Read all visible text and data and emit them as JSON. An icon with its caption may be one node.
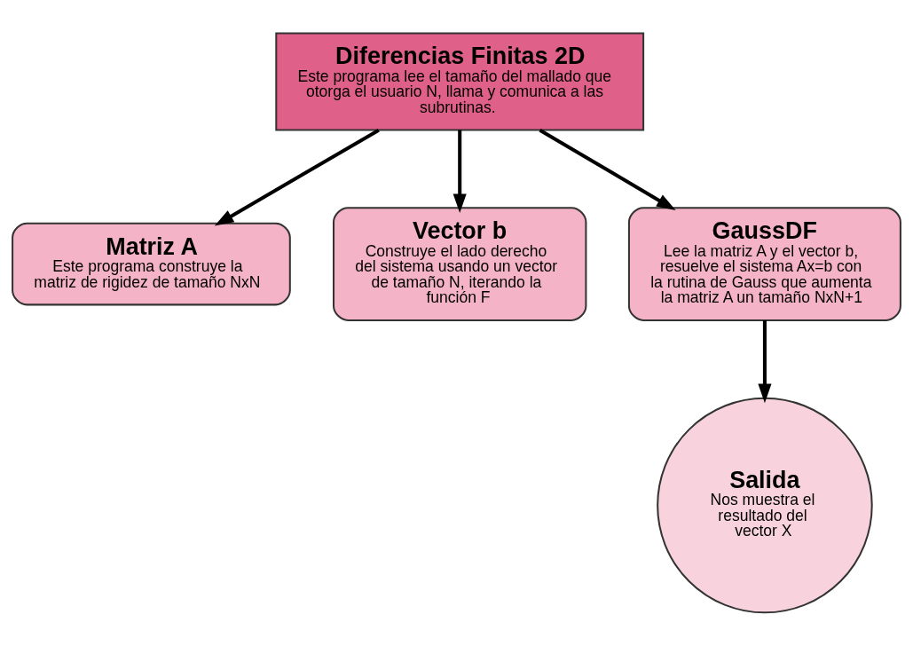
{
  "diagram": {
    "nodes": [
      {
        "text": [
          "Diferencias Finitas 2D",
          "Este programa lee el tamaño del mallado que otorga el usuario N, llama y comunica a las subrutinas."
        ]
      },
      {
        "text": [
          "Matriz A",
          "Este programa construye la matriz de rigidez de tamaño NxN"
        ]
      },
      {
        "text": [
          "Vector b",
          "Construye el lado derecho del sistema usando un vector de tamaño N, iterando la función F"
        ]
      },
      {
        "text": [
          "GaussDF",
          "Lee la matriz A y el vector b, resuelve el sistema Ax=b con la rutina de Gauss que aumenta la matriz A un tamaño NxN+1"
        ]
      },
      {
        "text": [
          "Salida",
          "Nos muestra el resultado del vector X"
        ]
      }
    ],
    "edges": [
      {
        "from": 0,
        "to": 1,
        "arrow": "to"
      },
      {
        "from": 0,
        "to": 2,
        "arrow": "to"
      },
      {
        "from": 0,
        "to": 3,
        "arrow": "to"
      },
      {
        "from": 3,
        "to": 4,
        "arrow": "to"
      }
    ]
  }
}
